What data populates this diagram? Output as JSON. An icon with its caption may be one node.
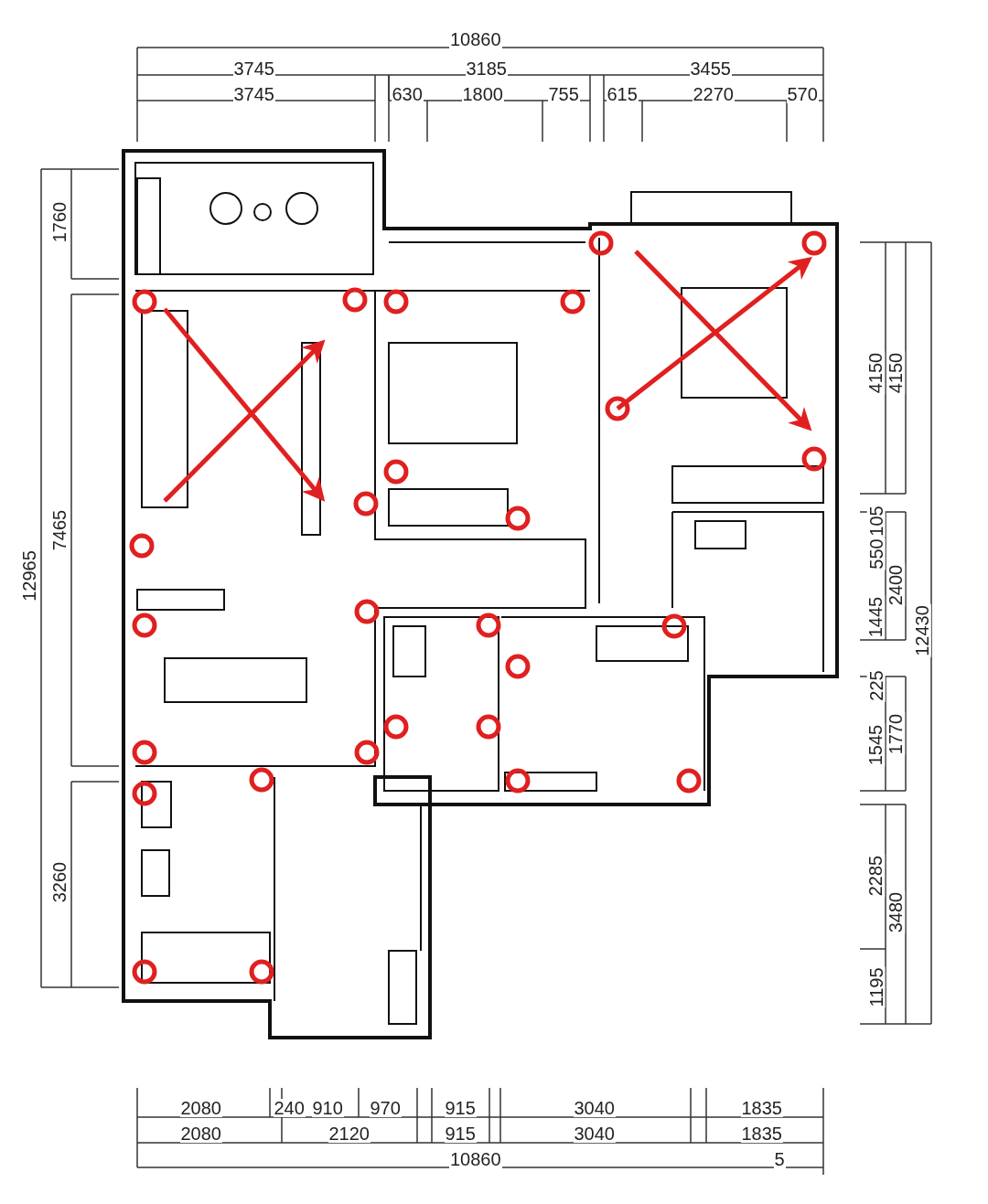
{
  "diagram": {
    "labels": [
      "10860",
      "3745",
      "3185",
      "3455",
      "3745",
      "630",
      "1800",
      "755",
      "615",
      "2270",
      "570",
      "1760",
      "12965",
      "7465",
      "3260",
      "4150",
      "4150",
      "105",
      "550",
      "2400",
      "1445",
      "12430",
      "225",
      "1545",
      "1770",
      "2285",
      "3480",
      "1195",
      "2080",
      "240",
      "910",
      "970",
      "915",
      "3040",
      "1835",
      "2080",
      "2120",
      "915",
      "3040",
      "1835",
      "10860",
      "5"
    ]
  }
}
